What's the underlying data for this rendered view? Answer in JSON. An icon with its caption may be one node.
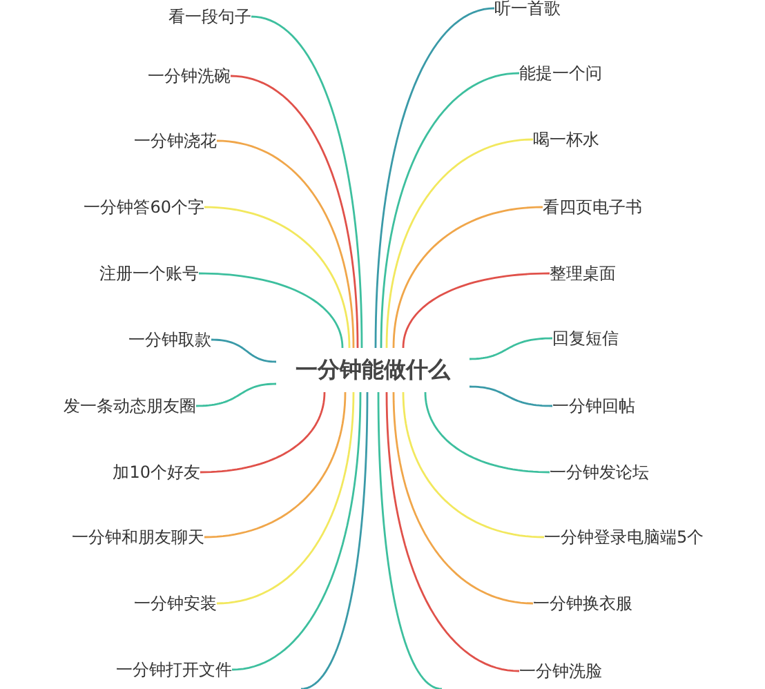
{
  "diagram": {
    "nodes": [
      {
        "text": [
          "一分钟能做什么"
        ]
      },
      {
        "text": [
          "看一段句子"
        ]
      },
      {
        "text": [
          "一分钟洗碗"
        ]
      },
      {
        "text": [
          "一分钟浇花"
        ]
      },
      {
        "text": [
          "一分钟答60个字"
        ]
      },
      {
        "text": [
          "注册一个账号"
        ]
      },
      {
        "text": [
          "一分钟取款"
        ]
      },
      {
        "text": [
          "发一条动态朋友圈"
        ]
      },
      {
        "text": [
          "加10个好友"
        ]
      },
      {
        "text": [
          "一分钟和朋友聊天"
        ]
      },
      {
        "text": [
          "一分钟安装"
        ]
      },
      {
        "text": [
          "一分钟打开文件"
        ]
      },
      {
        "text": [
          "听一首歌"
        ]
      },
      {
        "text": [
          "能提一个问"
        ]
      },
      {
        "text": [
          "喝一杯水"
        ]
      },
      {
        "text": [
          "看四页电子书"
        ]
      },
      {
        "text": [
          "整理桌面"
        ]
      },
      {
        "text": [
          "回复短信"
        ]
      },
      {
        "text": [
          "一分钟回帖"
        ]
      },
      {
        "text": [
          "一分钟发论坛"
        ]
      },
      {
        "text": [
          "一分钟登录电脑端5个"
        ]
      },
      {
        "text": [
          "一分钟换衣服"
        ]
      },
      {
        "text": [
          "一分钟洗脸"
        ]
      }
    ],
    "edges": [
      {
        "from": 0,
        "to": 1,
        "arrow": "none",
        "color": "#3dbf9e"
      },
      {
        "from": 0,
        "to": 2,
        "arrow": "none",
        "color": "#e0514a"
      },
      {
        "from": 0,
        "to": 3,
        "arrow": "none",
        "color": "#f0a64a"
      },
      {
        "from": 0,
        "to": 4,
        "arrow": "none",
        "color": "#f2e85e"
      },
      {
        "from": 0,
        "to": 5,
        "arrow": "none",
        "color": "#3dbf9e"
      },
      {
        "from": 0,
        "to": 6,
        "arrow": "none",
        "color": "#3a9aa8"
      },
      {
        "from": 0,
        "to": 7,
        "arrow": "none",
        "color": "#3dbf9e"
      },
      {
        "from": 0,
        "to": 8,
        "arrow": "none",
        "color": "#e0514a"
      },
      {
        "from": 0,
        "to": 9,
        "arrow": "none",
        "color": "#f0a64a"
      },
      {
        "from": 0,
        "to": 10,
        "arrow": "none",
        "color": "#f2e85e"
      },
      {
        "from": 0,
        "to": 11,
        "arrow": "none",
        "color": "#3dbf9e"
      },
      {
        "from": 0,
        "to": null,
        "arrow": "none",
        "color": "#3a9aa8"
      },
      {
        "from": 0,
        "to": 12,
        "arrow": "none",
        "color": "#3a9aa8"
      },
      {
        "from": 0,
        "to": 13,
        "arrow": "none",
        "color": "#3dbf9e"
      },
      {
        "from": 0,
        "to": 14,
        "arrow": "none",
        "color": "#f2e85e"
      },
      {
        "from": 0,
        "to": 15,
        "arrow": "none",
        "color": "#f0a64a"
      },
      {
        "from": 0,
        "to": 16,
        "arrow": "none",
        "color": "#e0514a"
      },
      {
        "from": 0,
        "to": 17,
        "arrow": "none",
        "color": "#3dbf9e"
      },
      {
        "from": 0,
        "to": 18,
        "arrow": "none",
        "color": "#3a9aa8"
      },
      {
        "from": 0,
        "to": 19,
        "arrow": "none",
        "color": "#3dbf9e"
      },
      {
        "from": 0,
        "to": 20,
        "arrow": "none",
        "color": "#f2e85e"
      },
      {
        "from": 0,
        "to": 21,
        "arrow": "none",
        "color": "#f0a64a"
      },
      {
        "from": 0,
        "to": 22,
        "arrow": "none",
        "color": "#e0514a"
      },
      {
        "from": 0,
        "to": null,
        "arrow": "none",
        "color": "#3dbf9e"
      }
    ]
  }
}
